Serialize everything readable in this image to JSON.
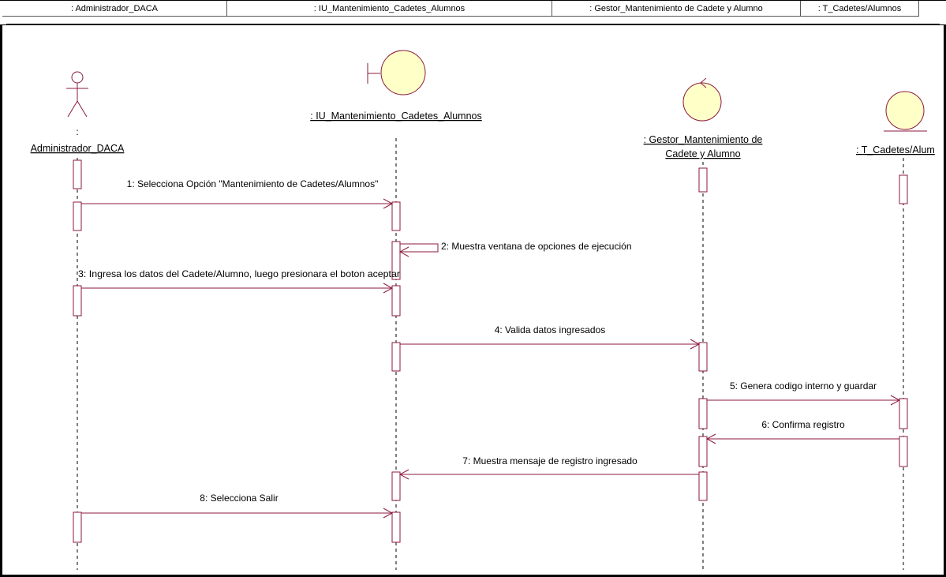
{
  "header": {
    "cells": [
      ": Administrador_DACA",
      ": IU_Mantenimiento_Cadetes_Alumnos",
      ": Gestor_Mantenimiento de Cadete y Alumno",
      ": T_Cadetes/Alumnos"
    ]
  },
  "lifelines": {
    "actor": {
      "prefix": ":",
      "name": "Administrador_DACA"
    },
    "boundary": {
      "name": ": IU_Mantenimiento_Cadetes_Alumnos"
    },
    "control": {
      "name_line1": ": Gestor_Mantenimiento de",
      "name_line2": "Cadete y Alumno"
    },
    "entity": {
      "name": ": T_Cadetes/Alum"
    }
  },
  "messages": [
    "1: Selecciona Opción \"Mantenimiento de Cadetes/Alumnos\"",
    "2: Muestra ventana de opciones de ejecución",
    "3: Ingresa los datos del Cadete/Alumno, luego presionara el boton aceptar",
    "4: Valida datos ingresados",
    "5: Genera codigo interno y guardar",
    "6: Confirma registro",
    "7: Muestra mensaje de registro ingresado",
    "8: Selecciona Salir"
  ],
  "colors": {
    "arrow": "#8b1a3c",
    "shape_fill": "#ffffc8",
    "activation_border": "#8b1a3c"
  },
  "icons": [
    "actor-icon",
    "boundary-icon",
    "control-icon",
    "entity-icon"
  ]
}
